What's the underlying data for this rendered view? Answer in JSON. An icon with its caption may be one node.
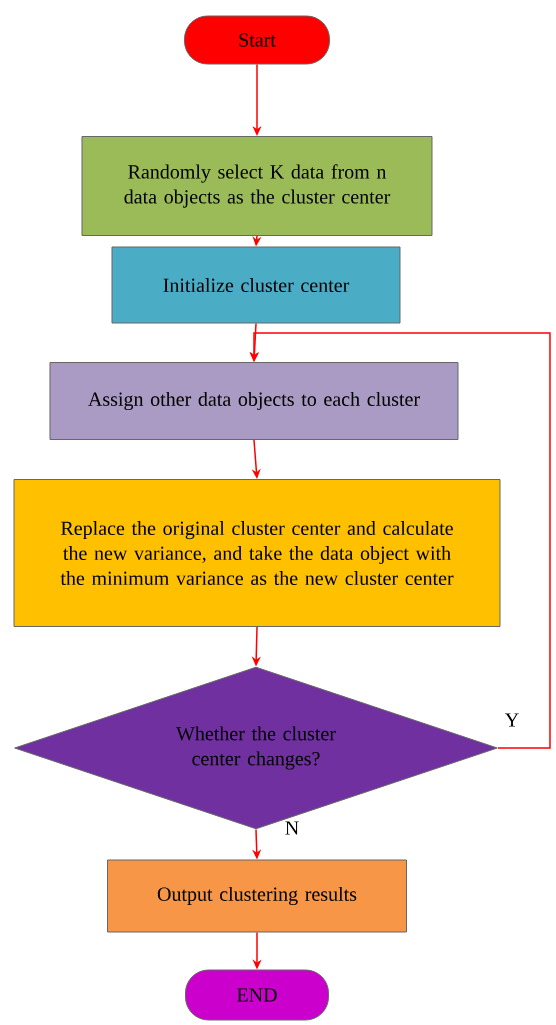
{
  "diagram": {
    "nodes": [
      {
        "text": [
          "Start"
        ]
      },
      {
        "text": [
          "Randomly select K data from n data objects as the cluster center"
        ]
      },
      {
        "text": [
          "Initialize cluster center"
        ]
      },
      {
        "text": [
          "Assign other data objects to each cluster"
        ]
      },
      {
        "text": [
          "Replace the original cluster center and calculate the new variance, and take the data object with the minimum variance as the new cluster center"
        ]
      },
      {
        "text": [
          "Whether the cluster center changes?"
        ]
      },
      {
        "text": [
          "Output clustering results"
        ]
      },
      {
        "text": [
          "END"
        ]
      }
    ],
    "edges": [
      {
        "from": 0,
        "to": 1,
        "arrow": "to"
      },
      {
        "from": 1,
        "to": 2,
        "arrow": "to"
      },
      {
        "from": 2,
        "to": 3,
        "arrow": "to"
      },
      {
        "from": 3,
        "to": 4,
        "arrow": "to"
      },
      {
        "from": 4,
        "to": 5,
        "arrow": "to"
      },
      {
        "from": 5,
        "to": 6,
        "label": "N",
        "arrow": "to"
      },
      {
        "from": 6,
        "to": 7,
        "arrow": "to"
      },
      {
        "from": 5,
        "to": 3,
        "label": "Y",
        "arrow": "to"
      }
    ]
  }
}
